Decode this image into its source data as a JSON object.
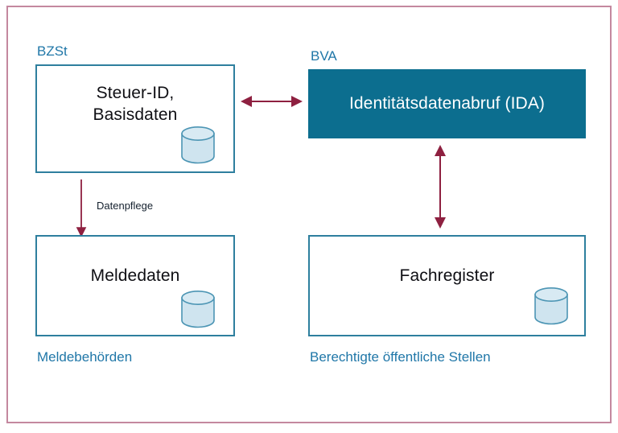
{
  "diagram": {
    "title_present": false,
    "colors": {
      "frame_border": "#c4889f",
      "box_border": "#2e7f9e",
      "box_fill_accent": "#0c6e8f",
      "caption_text": "#2077a8",
      "arrow": "#8e2040",
      "db_fill": "#cfe4ef",
      "db_stroke": "#4c95b4",
      "box_text": "#0f0f14",
      "accent_box_text": "#ffffff"
    },
    "groups": [
      {
        "id": "bzst",
        "caption": "BZSt"
      },
      {
        "id": "bva",
        "caption": "BVA"
      },
      {
        "id": "melde",
        "caption": "Meldebehörden"
      },
      {
        "id": "stellen",
        "caption": "Berechtigte öffentliche Stellen"
      }
    ],
    "nodes": [
      {
        "id": "steuer-id",
        "label": "Steuer-ID,\nBasisdaten",
        "style": "outlined",
        "has_database_icon": true
      },
      {
        "id": "ida",
        "label": "Identitätsdatenabruf (IDA)",
        "style": "filled",
        "has_database_icon": false
      },
      {
        "id": "meldedaten",
        "label": "Meldedaten",
        "style": "outlined",
        "has_database_icon": true
      },
      {
        "id": "fachregister",
        "label": "Fachregister",
        "style": "outlined",
        "has_database_icon": true
      }
    ],
    "edges": [
      {
        "id": "bzst-bva",
        "from": "steuer-id",
        "to": "ida",
        "direction": "bidirectional",
        "orientation": "horizontal",
        "label": ""
      },
      {
        "id": "ida-fachregister",
        "from": "ida",
        "to": "fachregister",
        "direction": "bidirectional",
        "orientation": "vertical",
        "label": ""
      },
      {
        "id": "meldedaten-steuerid",
        "from": "meldedaten",
        "to": "steuer-id",
        "direction": "up",
        "orientation": "vertical",
        "label": "Datenpflege"
      }
    ]
  }
}
